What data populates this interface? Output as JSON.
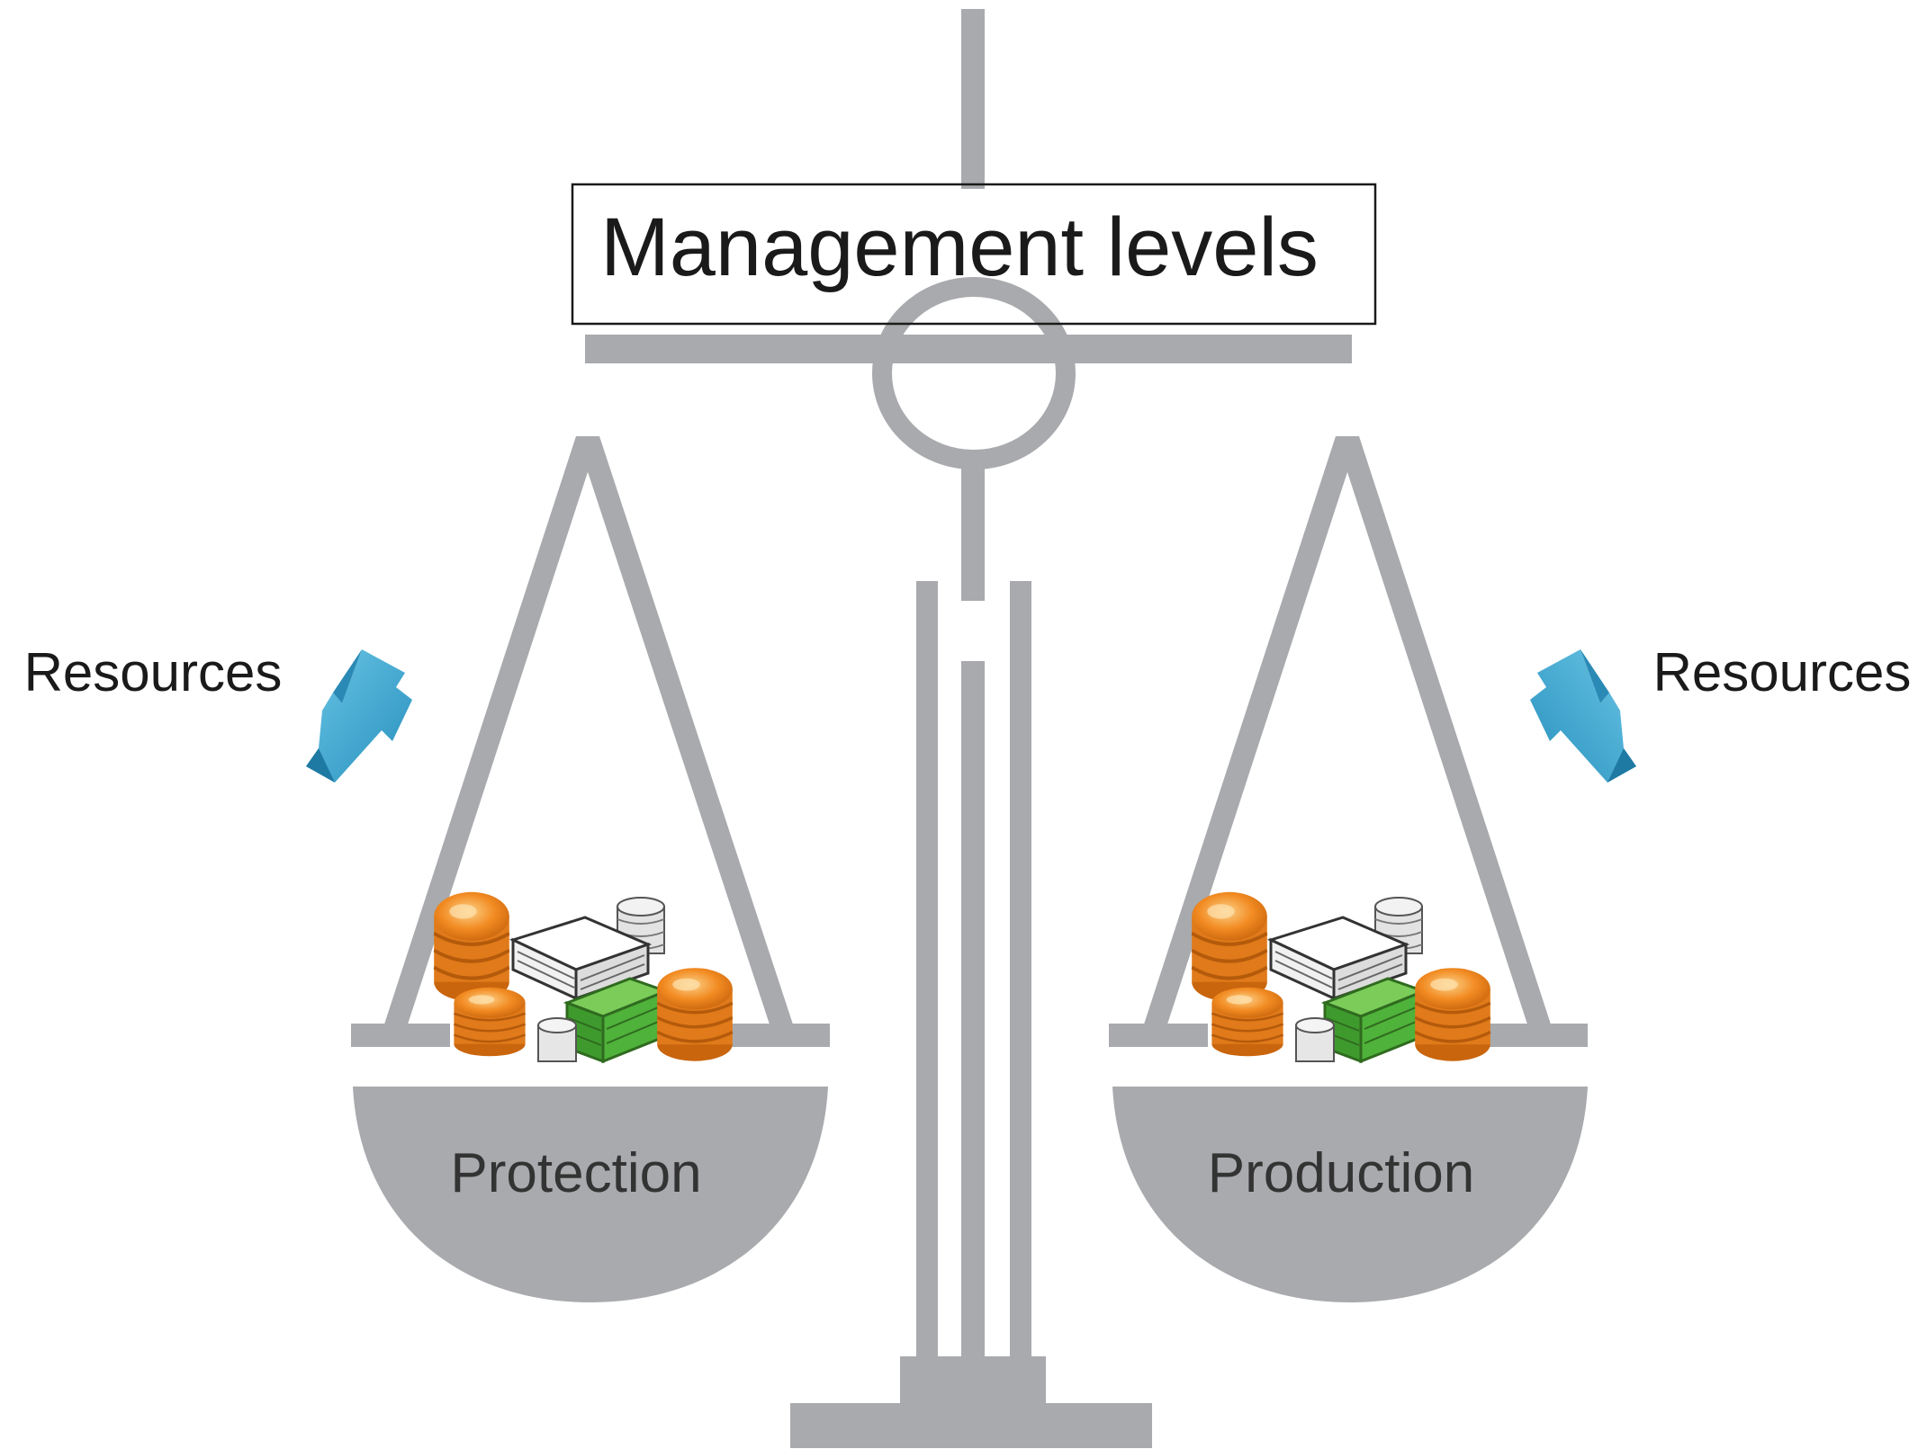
{
  "diagram": {
    "title": "Management levels",
    "left": {
      "pan_label": "Protection",
      "resource_label": "Resources"
    },
    "right": {
      "pan_label": "Production",
      "resource_label": "Resources"
    }
  },
  "colors": {
    "frame_gray": "#a8aaad",
    "arrow_blue": "#3aa3cc",
    "coin_orange": "#f28b22",
    "cash_green": "#3f9a2e"
  },
  "icons": {
    "arrow": "down-left-arrow-icon",
    "resources_pile": "coins-and-cash-icon"
  }
}
